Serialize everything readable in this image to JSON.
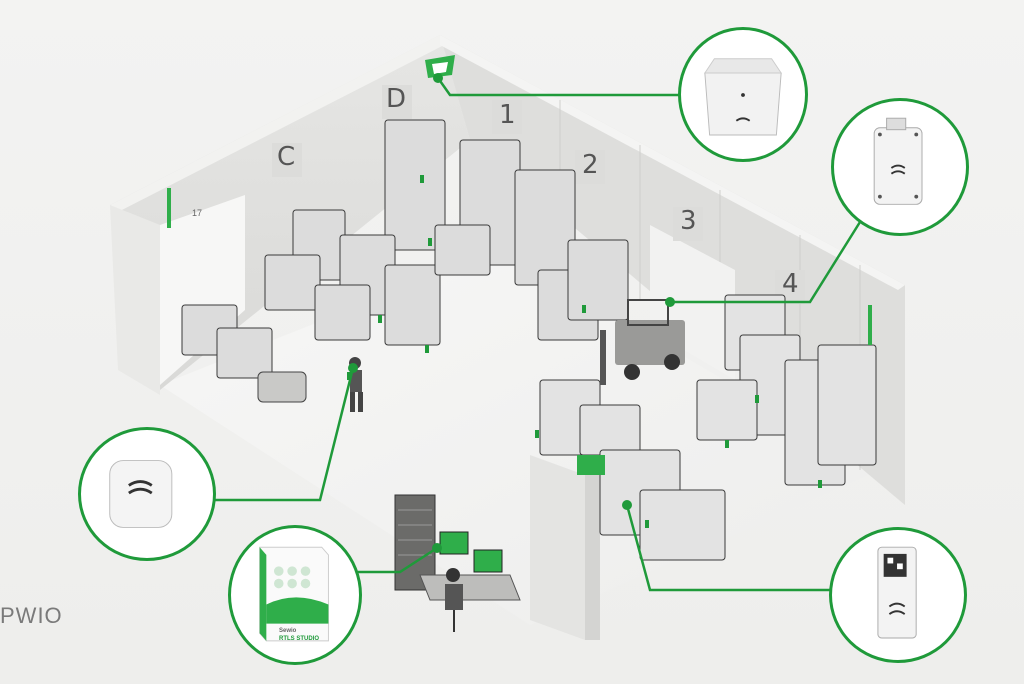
{
  "brand": {
    "name": "PWIO"
  },
  "zones": {
    "letters": [
      "C",
      "D"
    ],
    "numbers": [
      "1",
      "2",
      "3",
      "4"
    ],
    "door_sign": "17"
  },
  "devices": [
    {
      "icon": "ceiling-anchor-icon"
    },
    {
      "icon": "wall-gateway-icon"
    },
    {
      "icon": "wearable-tag-icon"
    },
    {
      "icon": "rtls-studio-software-icon"
    },
    {
      "icon": "asset-tag-icon"
    }
  ],
  "software": {
    "title": "RTLS STUDIO",
    "vendor": "Sewio"
  },
  "colors": {
    "accent": "#1f9a3a",
    "floor": "#f4f4f3",
    "wall": "#e2e2e0"
  }
}
